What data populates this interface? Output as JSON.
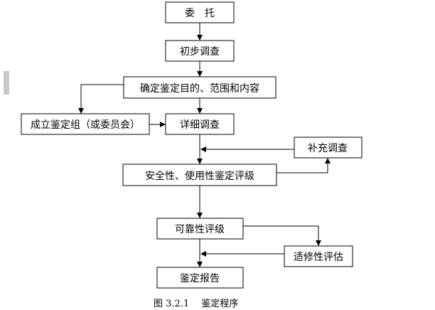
{
  "nodes": {
    "entrust": "委　托",
    "preliminary_survey": "初步调查",
    "determine_objectives": "确定鉴定目的、范围和内容",
    "form_group": "成立鉴定组（或委员会）",
    "detailed_survey": "详细调查",
    "supplementary_survey": "补充调查",
    "safety_usability_rating": "安全性、使用性鉴定评级",
    "reliability_rating": "可靠性评级",
    "adaptability_assessment": "适修性评估",
    "appraisal_report": "鉴定报告"
  },
  "caption": "图 3.2.1　 鉴定程序"
}
